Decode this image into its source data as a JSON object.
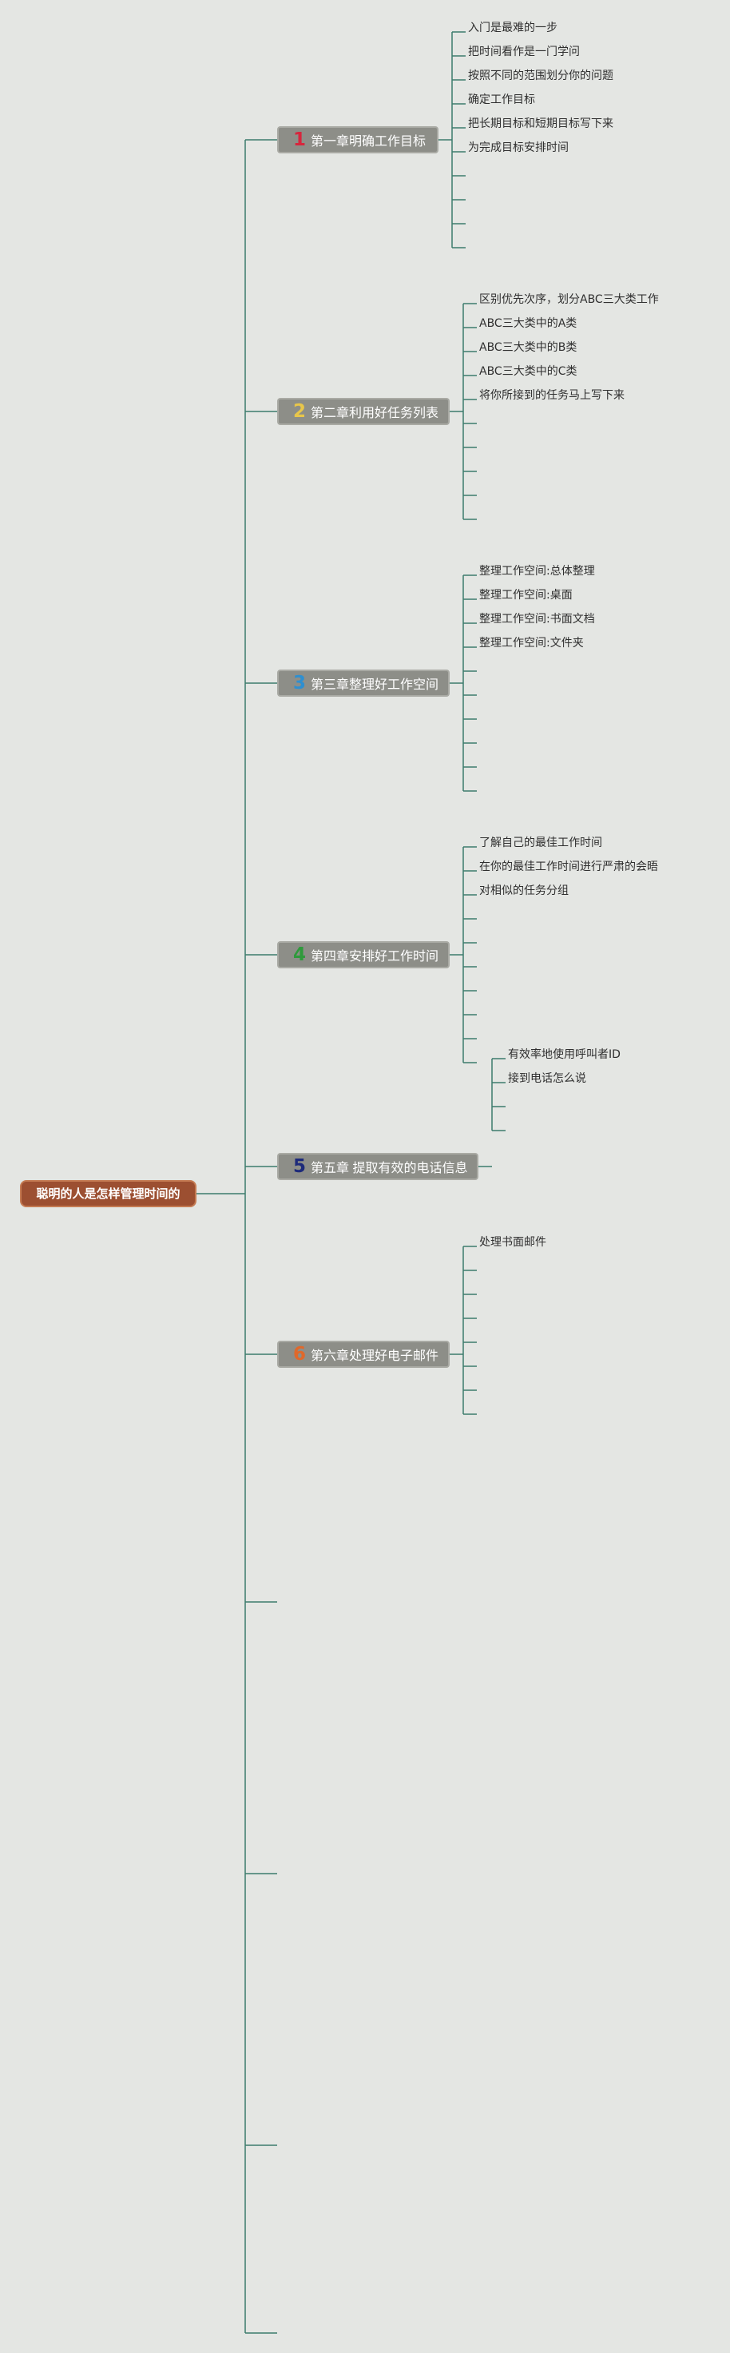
{
  "root": {
    "title": "聪明的人是怎样管理时间的"
  },
  "colors": {
    "background": "#e4e6e3",
    "line": "#3d7c6c",
    "root_fill": "#9c4f31",
    "chapter_fill": "#8d8e88"
  },
  "chapters": [
    {
      "number": "1",
      "number_color": "#d7263d",
      "title": "第一章明确工作目标",
      "items": [
        "入门是最难的一步",
        "把时间看作是一门学问",
        "按照不同的范围划分你的问题",
        "确定工作目标",
        "把长期目标和短期目标写下来",
        "为完成目标安排时间"
      ],
      "empty_slots": 4
    },
    {
      "number": "2",
      "number_color": "#e8c64a",
      "title": "第二章利用好任务列表",
      "items": [
        "区别优先次序，划分ABC三大类工作",
        "ABC三大类中的A类",
        "ABC三大类中的B类",
        "ABC三大类中的C类",
        "将你所接到的任务马上写下来"
      ],
      "empty_slots": 5
    },
    {
      "number": "3",
      "number_color": "#2f8fd0",
      "title": "第三章整理好工作空间",
      "items": [
        "整理工作空间:总体整理",
        "整理工作空间:桌面",
        "整理工作空间:书面文档",
        "整理工作空间:文件夹"
      ],
      "empty_slots": 6
    },
    {
      "number": "4",
      "number_color": "#2f9a3c",
      "title": "第四章安排好工作时间",
      "items": [
        "了解自己的最佳工作时间",
        "在你的最佳工作时间进行严肃的会晤",
        "对相似的任务分组"
      ],
      "empty_slots": 7
    },
    {
      "number": "5",
      "number_color": "#1d2a7a",
      "title": "第五章 提取有效的电话信息",
      "items": [
        "有效率地使用呼叫者ID",
        "接到电话怎么说"
      ],
      "empty_slots": 2
    },
    {
      "number": "6",
      "number_color": "#e0682a",
      "title": "第六章处理好电子邮件",
      "items": [
        "处理书面邮件"
      ],
      "empty_slots": 7
    }
  ],
  "empty_chapter_slots": 4
}
